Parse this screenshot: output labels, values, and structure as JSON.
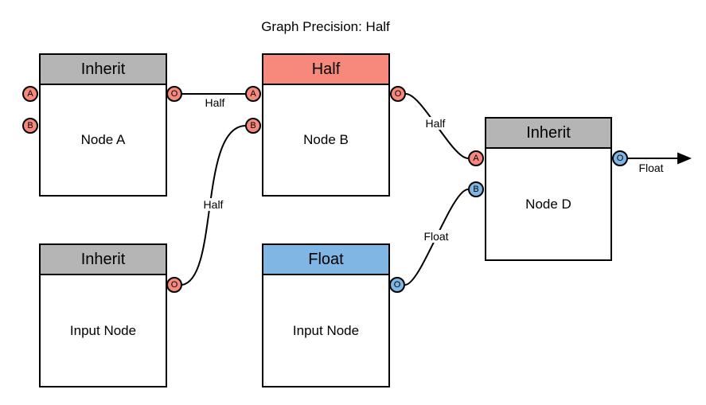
{
  "title": "Graph Precision: Half",
  "colors": {
    "inherit_header": "#B5B5B5",
    "half": "#F7897C",
    "float": "#80B6E3",
    "node_fill": "#FFFFFF",
    "stroke": "#000000"
  },
  "nodes": [
    {
      "id": "node-a",
      "header": "Inherit",
      "label": "Node A",
      "ports": [
        {
          "name": "A",
          "precision": "half"
        },
        {
          "name": "B",
          "precision": "half"
        },
        {
          "name": "O",
          "precision": "half"
        }
      ]
    },
    {
      "id": "node-b",
      "header": "Half",
      "label": "Node B",
      "ports": [
        {
          "name": "A",
          "precision": "half"
        },
        {
          "name": "B",
          "precision": "half"
        },
        {
          "name": "O",
          "precision": "half"
        }
      ]
    },
    {
      "id": "node-d",
      "header": "Inherit",
      "label": "Node D",
      "ports": [
        {
          "name": "A",
          "precision": "half"
        },
        {
          "name": "B",
          "precision": "float"
        },
        {
          "name": "O",
          "precision": "float"
        }
      ]
    },
    {
      "id": "input-node-1",
      "header": "Inherit",
      "label": "Input Node",
      "ports": [
        {
          "name": "O",
          "precision": "half"
        }
      ]
    },
    {
      "id": "input-node-2",
      "header": "Float",
      "label": "Input Node",
      "ports": [
        {
          "name": "O",
          "precision": "float"
        }
      ]
    }
  ],
  "edges": [
    {
      "from": "node-a.O",
      "to": "node-b.A",
      "label": "Half"
    },
    {
      "from": "input-node-1.O",
      "to": "node-b.B",
      "label": "Half"
    },
    {
      "from": "node-b.O",
      "to": "node-d.A",
      "label": "Half"
    },
    {
      "from": "input-node-2.O",
      "to": "node-d.B",
      "label": "Float"
    },
    {
      "from": "node-d.O",
      "to": "graph-output",
      "label": "Float"
    }
  ]
}
